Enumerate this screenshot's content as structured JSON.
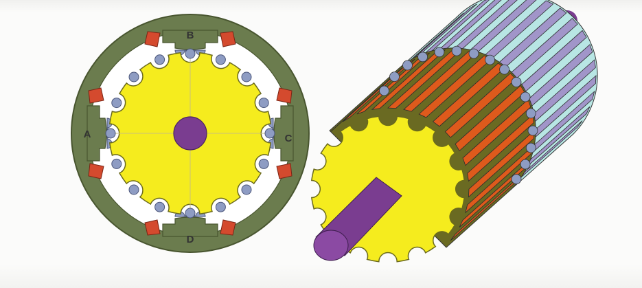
{
  "stator": {
    "pole_labels": {
      "top": "B",
      "left": "A",
      "right": "C",
      "bottom": "D"
    }
  },
  "colors": {
    "stator": "#6b7c4e",
    "stator_edge": "#48552f",
    "rotor": "#f5ec1e",
    "rotor_edge": "#6b6a1c",
    "shaft": "#7a3d90",
    "coil": "#d44a2e",
    "stator_tooth": "#8e9cc3",
    "rotor_front_stack": "#6a6a22",
    "rotor_front_stripe": "#de5a1c",
    "rotor_back_stack": "#b8e6e4",
    "rotor_back_stripe": "#a195c9",
    "background": "#fbfbfa"
  },
  "rotor": {
    "teeth_count": 16
  },
  "stator_teeth_per_pole": 3
}
